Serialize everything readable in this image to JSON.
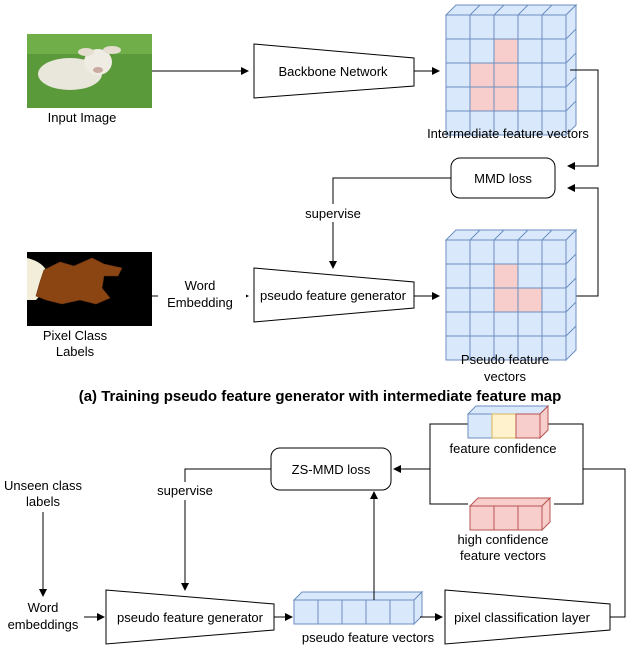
{
  "top": {
    "input_image_label": "Input Image",
    "backbone_label": "Backbone Network",
    "intermediate_label": "Intermediate feature vectors",
    "mmd_label": "MMD loss",
    "supervise_label": "supervise",
    "pixel_class_labels": [
      "Pixel Class",
      "Labels"
    ],
    "word_embedding": [
      "Word",
      "Embedding"
    ],
    "generator_label": "pseudo feature generator",
    "pseudo_feature_label": [
      "Pseudo feature",
      "vectors"
    ],
    "caption": "(a) Training pseudo feature generator with intermediate feature map"
  },
  "bottom": {
    "unseen_labels": [
      "Unseen class",
      "labels"
    ],
    "word_embeddings": [
      "Word",
      "embeddings"
    ],
    "supervise_label": "supervise",
    "generator_label": "pseudo feature generator",
    "pseudo_vectors_label": "pseudo feature vectors",
    "zs_mmd_label": "ZS-MMD loss",
    "feature_confidence_label": "feature confidence",
    "high_confidence_label": [
      "high confidence",
      "feature vectors"
    ],
    "pixel_layer_label": "pixel classification layer"
  },
  "colors": {
    "cube_blue": "#dae8fc",
    "cube_blue_edge": "#6c8ebf",
    "cube_red": "#f8cecc",
    "cube_red_edge": "#b85450",
    "cube_yellow": "#fff2cc",
    "grass": "#5b9a3a",
    "mask_brown": "#8b4513"
  }
}
